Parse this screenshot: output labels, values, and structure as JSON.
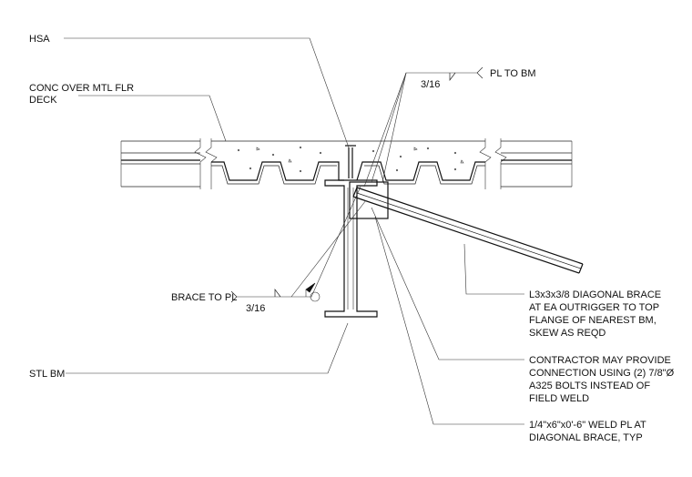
{
  "labels": {
    "hsa": "HSA",
    "conc_line1": "CONC OVER MTL FLR",
    "conc_line2": "DECK",
    "weld_size_top": "3/16",
    "pl_to_bm": "PL TO BM",
    "brace_to_pl": "BRACE TO PL",
    "weld_size_bottom": "3/16",
    "stl_bm": "STL BM",
    "diag_brace": [
      "L3x3x3/8 DIAGONAL BRACE",
      "AT EA OUTRIGGER TO TOP",
      "FLANGE OF NEAREST BM,",
      "SKEW AS REQD"
    ],
    "contractor_note": [
      "CONTRACTOR MAY PROVIDE",
      "CONNECTION USING (2) 7/8\"Ø",
      "A325 BOLTS INSTEAD OF",
      "FIELD WELD"
    ],
    "weld_pl": [
      "1/4\"x6\"x0'-6\" WELD PL AT",
      "DIAGONAL BRACE, TYP"
    ]
  }
}
